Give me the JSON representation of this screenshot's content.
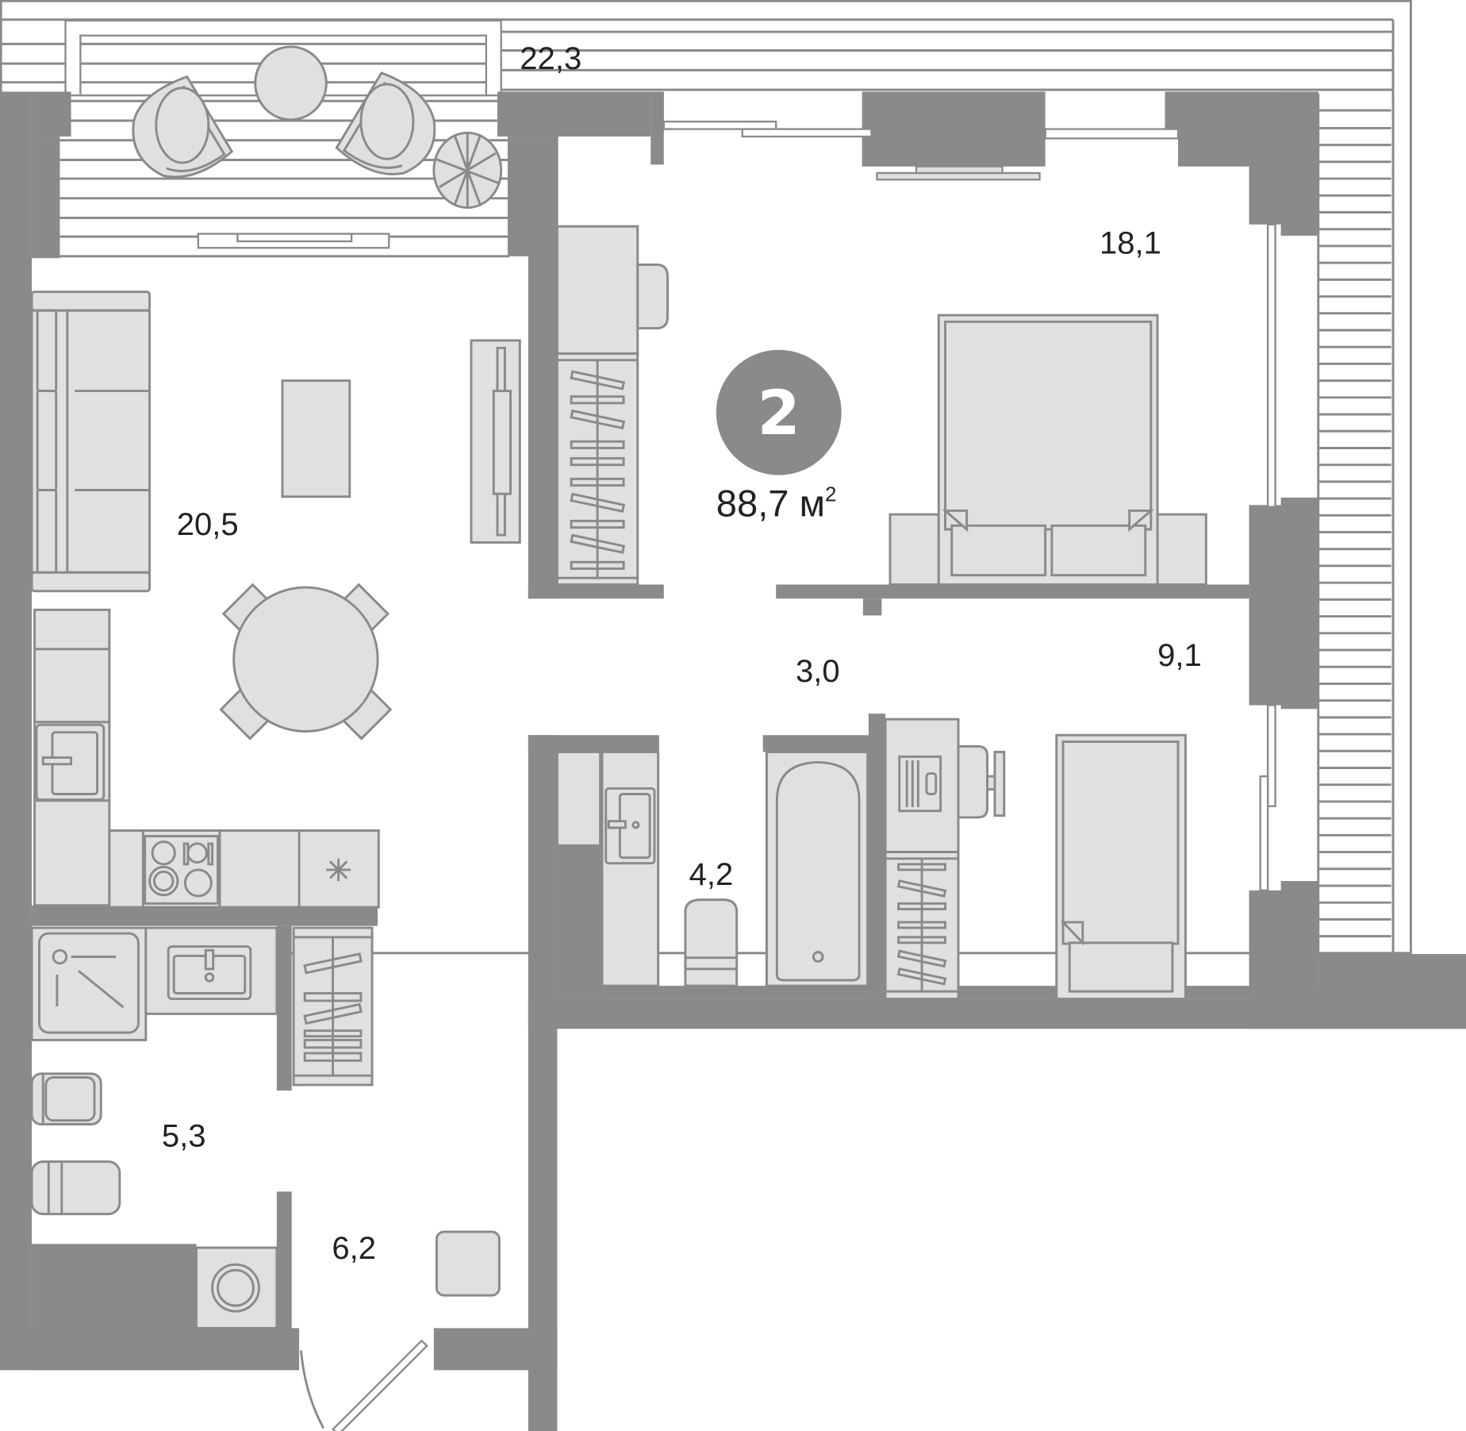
{
  "plan": {
    "type": "apartment-floor-plan",
    "rooms_count": "2",
    "total_area": "88,7 м",
    "total_area_unit_superscript": "2",
    "rooms": [
      {
        "id": "balcony",
        "area": "22,3"
      },
      {
        "id": "bedroom-large",
        "area": "18,1"
      },
      {
        "id": "living-kitchen",
        "area": "20,5"
      },
      {
        "id": "corridor",
        "area": "3,0"
      },
      {
        "id": "bedroom-small",
        "area": "9,1"
      },
      {
        "id": "bathroom-small",
        "area": "4,2"
      },
      {
        "id": "bathroom-large",
        "area": "5,3"
      },
      {
        "id": "hallway",
        "area": "6,2"
      }
    ]
  },
  "colors": {
    "wall": "#8a8a8a",
    "furniture": "#e0e0e0",
    "text": "#222222",
    "badge": "#8a8a8a",
    "background": "#ffffff"
  }
}
